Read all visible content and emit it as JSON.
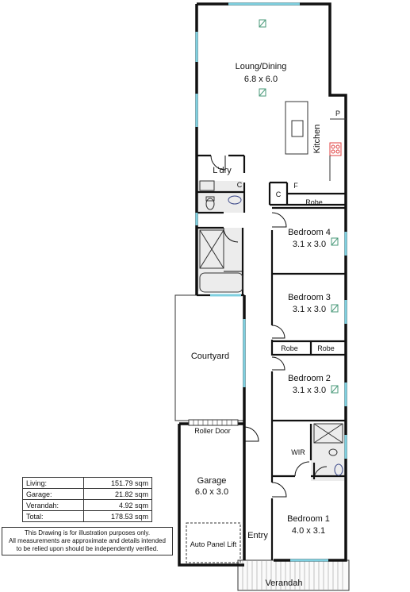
{
  "rooms": {
    "living": {
      "name": "Loung/Dining",
      "dims": "6.8 x 6.0"
    },
    "kitchen": {
      "name": "Kitchen"
    },
    "pantry": {
      "name": "P"
    },
    "fridge": {
      "name": "F"
    },
    "laundry": {
      "name": "L'dry"
    },
    "laundry_cupboard": {
      "name": "C"
    },
    "hall_cupboard": {
      "name": "C"
    },
    "robe_top": {
      "name": "Robe"
    },
    "bed4": {
      "name": "Bedroom 4",
      "dims": "3.1 x 3.0"
    },
    "bed3": {
      "name": "Bedroom 3",
      "dims": "3.1 x 3.0"
    },
    "robe_left": {
      "name": "Robe"
    },
    "robe_right": {
      "name": "Robe"
    },
    "bed2": {
      "name": "Bedroom 2",
      "dims": "3.1 x 3.0"
    },
    "courtyard": {
      "name": "Courtyard"
    },
    "roller_door": {
      "name": "Roller Door"
    },
    "garage": {
      "name": "Garage",
      "dims": "6.0 x 3.0"
    },
    "panel_lift": {
      "name": "Auto Panel Lift"
    },
    "wir": {
      "name": "WIR"
    },
    "bed1": {
      "name": "Bedroom 1",
      "dims": "4.0 x 3.1"
    },
    "entry": {
      "name": "Entry"
    },
    "verandah": {
      "name": "Verandah"
    }
  },
  "areas": [
    {
      "label": "Living:",
      "value": "151.79 sqm"
    },
    {
      "label": "Garage:",
      "value": "21.82 sqm"
    },
    {
      "label": "Verandah:",
      "value": "4.92 sqm"
    },
    {
      "label": "Total:",
      "value": "178.53 sqm"
    }
  ],
  "disclaimer": [
    "This Drawing is for illustration purposes only.",
    "All measurements are approximate and details intended",
    "to be relied upon should be independently verified."
  ],
  "colors": {
    "wall": "#111111",
    "window": "#7fd0e0",
    "tile": "#cfcfcf",
    "vent": "#4a9a7a",
    "stove": "#e04040"
  }
}
